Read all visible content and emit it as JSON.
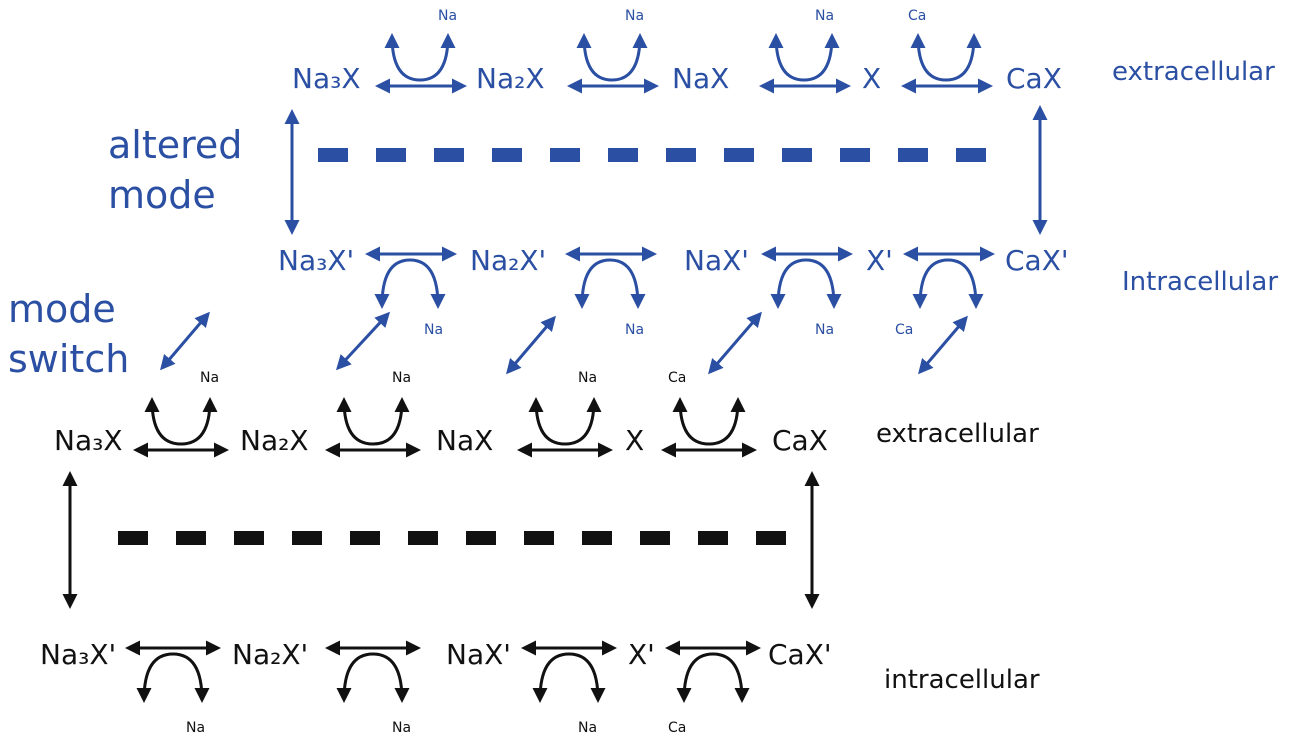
{
  "colors": {
    "blue": "#2a4fa3",
    "black": "#111111"
  },
  "blue_scheme": {
    "extracellular_species": [
      "Na₃X",
      "Na₂X",
      "NaX",
      "X",
      "CaX"
    ],
    "intracellular_species": [
      "Na₃X'",
      "Na₂X'",
      "NaX'",
      "X'",
      "CaX'"
    ],
    "extracellular_ions": [
      "Na",
      "Na",
      "Na",
      "Ca"
    ],
    "intracellular_ions": [
      "Na",
      "Na",
      "Na",
      "Ca"
    ],
    "extracellular_label": "extracellular",
    "intracellular_label": "Intracellular",
    "altered_mode_line1": "altered",
    "altered_mode_line2": "mode"
  },
  "black_scheme": {
    "extracellular_species": [
      "Na₃X",
      "Na₂X",
      "NaX",
      "X",
      "CaX"
    ],
    "intracellular_species": [
      "Na₃X'",
      "Na₂X'",
      "NaX'",
      "X'",
      "CaX'"
    ],
    "extracellular_ions": [
      "Na",
      "Na",
      "Na",
      "Ca"
    ],
    "intracellular_ions": [
      "Na",
      "Na",
      "Na",
      "Ca"
    ],
    "extracellular_label": "extracellular",
    "intracellular_label": "intracellular"
  },
  "mode_switch_line1": "mode",
  "mode_switch_line2": "switch"
}
